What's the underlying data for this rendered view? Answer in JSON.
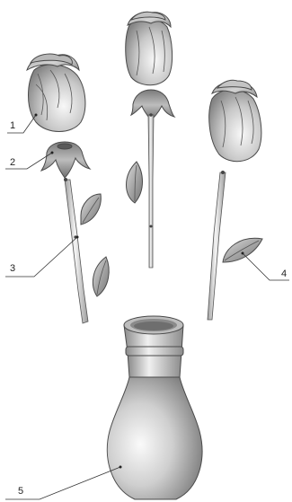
{
  "diagram": {
    "callouts": [
      {
        "id": "1",
        "label": "1"
      },
      {
        "id": "2",
        "label": "2"
      },
      {
        "id": "3",
        "label": "3"
      },
      {
        "id": "4",
        "label": "4"
      },
      {
        "id": "5",
        "label": "5"
      }
    ]
  },
  "colors": {
    "petal_light": "#f4f4f4",
    "petal_dark": "#8c8c8c",
    "stem_light": "#f2f2f2",
    "stem_dark": "#9a9a9a",
    "leaf_light": "#d8d8d8",
    "leaf_dark": "#7e7e7e",
    "vase_light": "#f6f6f6",
    "vase_dark": "#7a7a7a"
  }
}
